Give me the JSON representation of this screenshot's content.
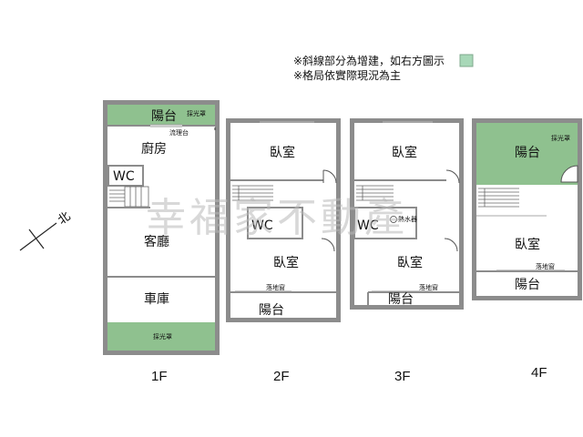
{
  "notes": {
    "line1": "※斜線部分為增建，如右方圖示",
    "line2": "※格局依實際現況為主",
    "swatch_color": "#a8d8b8"
  },
  "watermark": "幸福家不動產",
  "compass": {
    "label": "北"
  },
  "colors": {
    "wall": "#8c8c8c",
    "green": "#8fc18f",
    "line": "#333333"
  },
  "floors": [
    {
      "id": "1F",
      "label": "1F",
      "rooms": {
        "balcony": "陽台",
        "skylight_top": "採光罩",
        "sink": "流理台",
        "kitchen": "廚房",
        "wc": "WC",
        "living": "客廳",
        "garage": "車庫",
        "skylight_bottom": "採光罩"
      }
    },
    {
      "id": "2F",
      "label": "2F",
      "rooms": {
        "bedroom_top": "臥室",
        "wc": "WC",
        "bedroom_main": "臥室",
        "window": "落地窗",
        "balcony": "陽台"
      }
    },
    {
      "id": "3F",
      "label": "3F",
      "rooms": {
        "bedroom_top": "臥室",
        "wc": "WC",
        "water_heater": "熱水器",
        "bedroom_main": "臥室",
        "window": "落地窗",
        "balcony": "陽台"
      }
    },
    {
      "id": "4F",
      "label": "4F",
      "rooms": {
        "balcony_top": "陽台",
        "skylight": "採光罩",
        "bedroom": "臥室",
        "window": "落地窗",
        "balcony_bottom": "陽台"
      }
    }
  ]
}
